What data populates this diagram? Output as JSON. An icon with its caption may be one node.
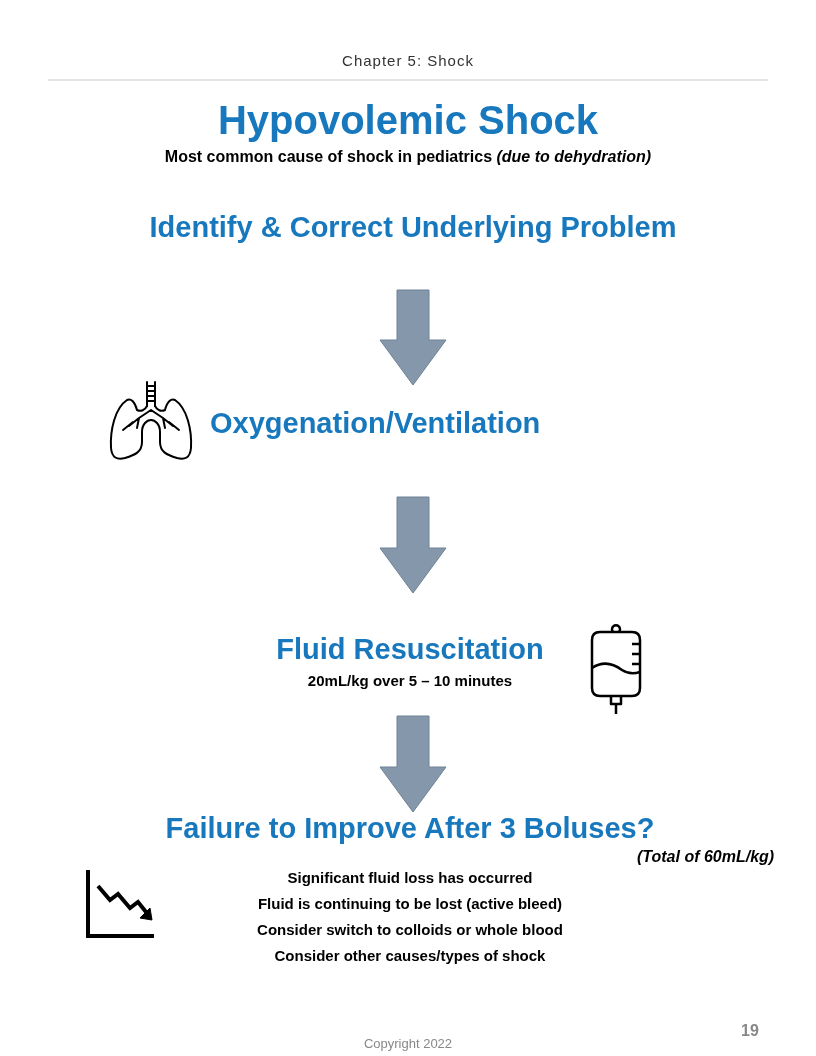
{
  "diagram": {
    "title": "Hypovolemic Shock",
    "nodes": [
      {
        "text": [
          "Identify & Correct Underlying Problem"
        ]
      },
      {
        "text": [
          "Oxygenation/Ventilation"
        ]
      },
      {
        "text": [
          "Fluid Resuscitation"
        ],
        "beside": [
          "20mL/kg over 5 – 10 minutes"
        ]
      },
      {
        "text": [
          "Failure to Improve After 3 Boluses?"
        ],
        "beside": [
          "(Total of 60mL/kg)"
        ]
      }
    ],
    "edges": [
      {
        "from": 0,
        "to": 1,
        "arrow": "to"
      },
      {
        "from": 1,
        "to": 2,
        "arrow": "to"
      },
      {
        "from": 2,
        "to": 3,
        "arrow": "to"
      }
    ],
    "labels": [
      "Chapter 5: Shock",
      "Most common cause of shock in pediatrics *(due to dehydration)*",
      "Significant fluid loss has occurred",
      "Fluid is continuing to be lost (active bleed)",
      "Consider switch to colloids or whole blood",
      "Consider other causes/types of shock",
      "Copyright 2022",
      "19"
    ]
  }
}
